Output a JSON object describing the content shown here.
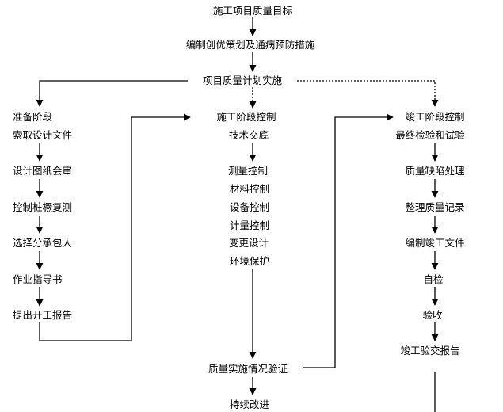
{
  "flow": {
    "goal": "施工项目质量目标",
    "planning": "编制创优策划及通病预防措施",
    "implementation": "项目质量计划实施",
    "verification": "质量实施情况验证",
    "improvement": "持续改进"
  },
  "stages": {
    "preparation": {
      "title": "准备阶段",
      "steps": [
        "索取设计文件",
        "设计图纸会审",
        "控制桩橛复测",
        "选择分承包人",
        "作业指导书",
        "提出开工报告"
      ]
    },
    "construction": {
      "title": "施工阶段控制",
      "steps": [
        "技术交底",
        "测量控制",
        "材料控制",
        "设备控制",
        "计量控制",
        "变更设计",
        "环境保护"
      ]
    },
    "completion": {
      "title": "竣工阶段控制",
      "steps": [
        "最终检验和试验",
        "质量缺陷处理",
        "整理质量记录",
        "编制竣工文件",
        "自检",
        "验收",
        "竣工验交报告"
      ]
    }
  }
}
